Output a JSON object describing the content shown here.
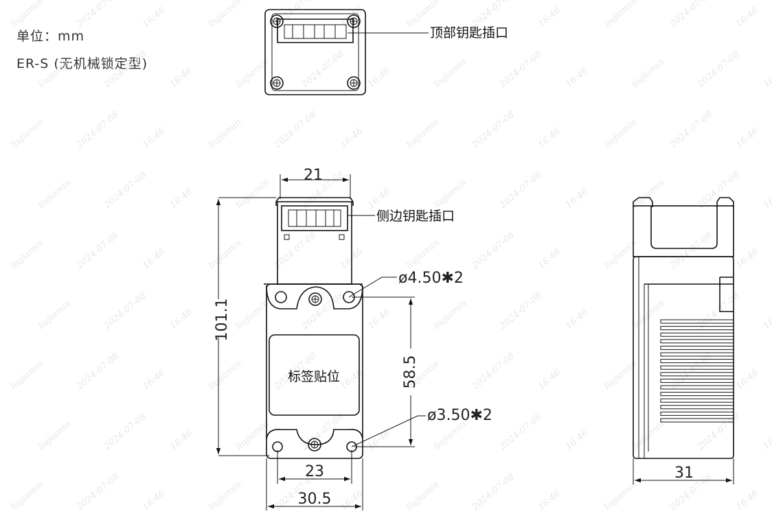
{
  "header": {
    "unit_label": "单位：",
    "unit_value": "mm",
    "model": "ER-S (无机械锁定型)"
  },
  "callouts": {
    "top_key_slot": "顶部钥匙插口",
    "side_key_slot": "侧边钥匙插口",
    "label_area": "标签贴位",
    "hole_upper": "ø4.50✱2",
    "hole_lower": "ø3.50✱2"
  },
  "dimensions": {
    "slot_width": "21",
    "total_height": "101.1",
    "hole_spacing": "58.5",
    "bottom_hole_spacing": "23",
    "total_width": "30.5",
    "depth": "31"
  },
  "watermark": {
    "name": "liujiamin",
    "date": "2024-07-08",
    "time": "16:46"
  }
}
